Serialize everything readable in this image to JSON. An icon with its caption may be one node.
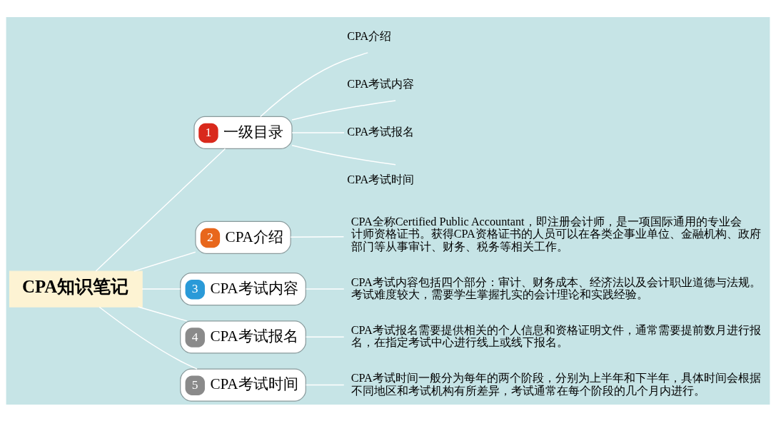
{
  "diagram": {
    "nodes": [
      {
        "text": [
          "CPA知识笔记"
        ]
      },
      {
        "text": [
          "1",
          "一级目录"
        ]
      },
      {
        "text": [
          "2",
          "CPA介绍"
        ]
      },
      {
        "text": [
          "3",
          "CPA考试内容"
        ]
      },
      {
        "text": [
          "4",
          "CPA考试报名"
        ]
      },
      {
        "text": [
          "5",
          "CPA考试时间"
        ]
      },
      {
        "text": [
          "CPA介绍"
        ]
      },
      {
        "text": [
          "CPA考试内容"
        ]
      },
      {
        "text": [
          "CPA考试报名"
        ]
      },
      {
        "text": [
          "CPA考试时间"
        ]
      },
      {
        "text": [
          "CPA全称Certified Public Accountant，即注册会计师，是一项国际通用的专业会计师资格证书。获得CPA资格证书的人员可以在各类企事业单位、金融机构、政府部门等从事审计、财务、税务等相关工作。"
        ]
      },
      {
        "text": [
          "CPA考试内容包括四个部分：审计、财务成本、经济法以及会计职业道德与法规。考试难度较大，需要学生掌握扎实的会计理论和实践经验。"
        ]
      },
      {
        "text": [
          "CPA考试报名需要提供相关的个人信息和资格证明文件，通常需要提前数月进行报名，在指定考试中心进行线上或线下报名。"
        ]
      },
      {
        "text": [
          "CPA考试时间一般分为每年的两个阶段，分别为上半年和下半年，具体时间会根据不同地区和考试机构有所差异，考试通常在每个阶段的几个月内进行。"
        ]
      }
    ],
    "edges": [
      {
        "from": 0,
        "to": 1,
        "arrow": "none"
      },
      {
        "from": 1,
        "to": 6,
        "arrow": "none"
      },
      {
        "from": 1,
        "to": 7,
        "arrow": "none"
      },
      {
        "from": 1,
        "to": 8,
        "arrow": "none"
      },
      {
        "from": 1,
        "to": 9,
        "arrow": "none"
      },
      {
        "from": 0,
        "to": 2,
        "arrow": "none"
      },
      {
        "from": 2,
        "to": 10,
        "arrow": "none"
      },
      {
        "from": 0,
        "to": 3,
        "arrow": "none"
      },
      {
        "from": 3,
        "to": 11,
        "arrow": "none"
      },
      {
        "from": 0,
        "to": 4,
        "arrow": "none"
      },
      {
        "from": 4,
        "to": 12,
        "arrow": "none"
      },
      {
        "from": 0,
        "to": 5,
        "arrow": "none"
      },
      {
        "from": 5,
        "to": 13,
        "arrow": "none"
      }
    ]
  }
}
